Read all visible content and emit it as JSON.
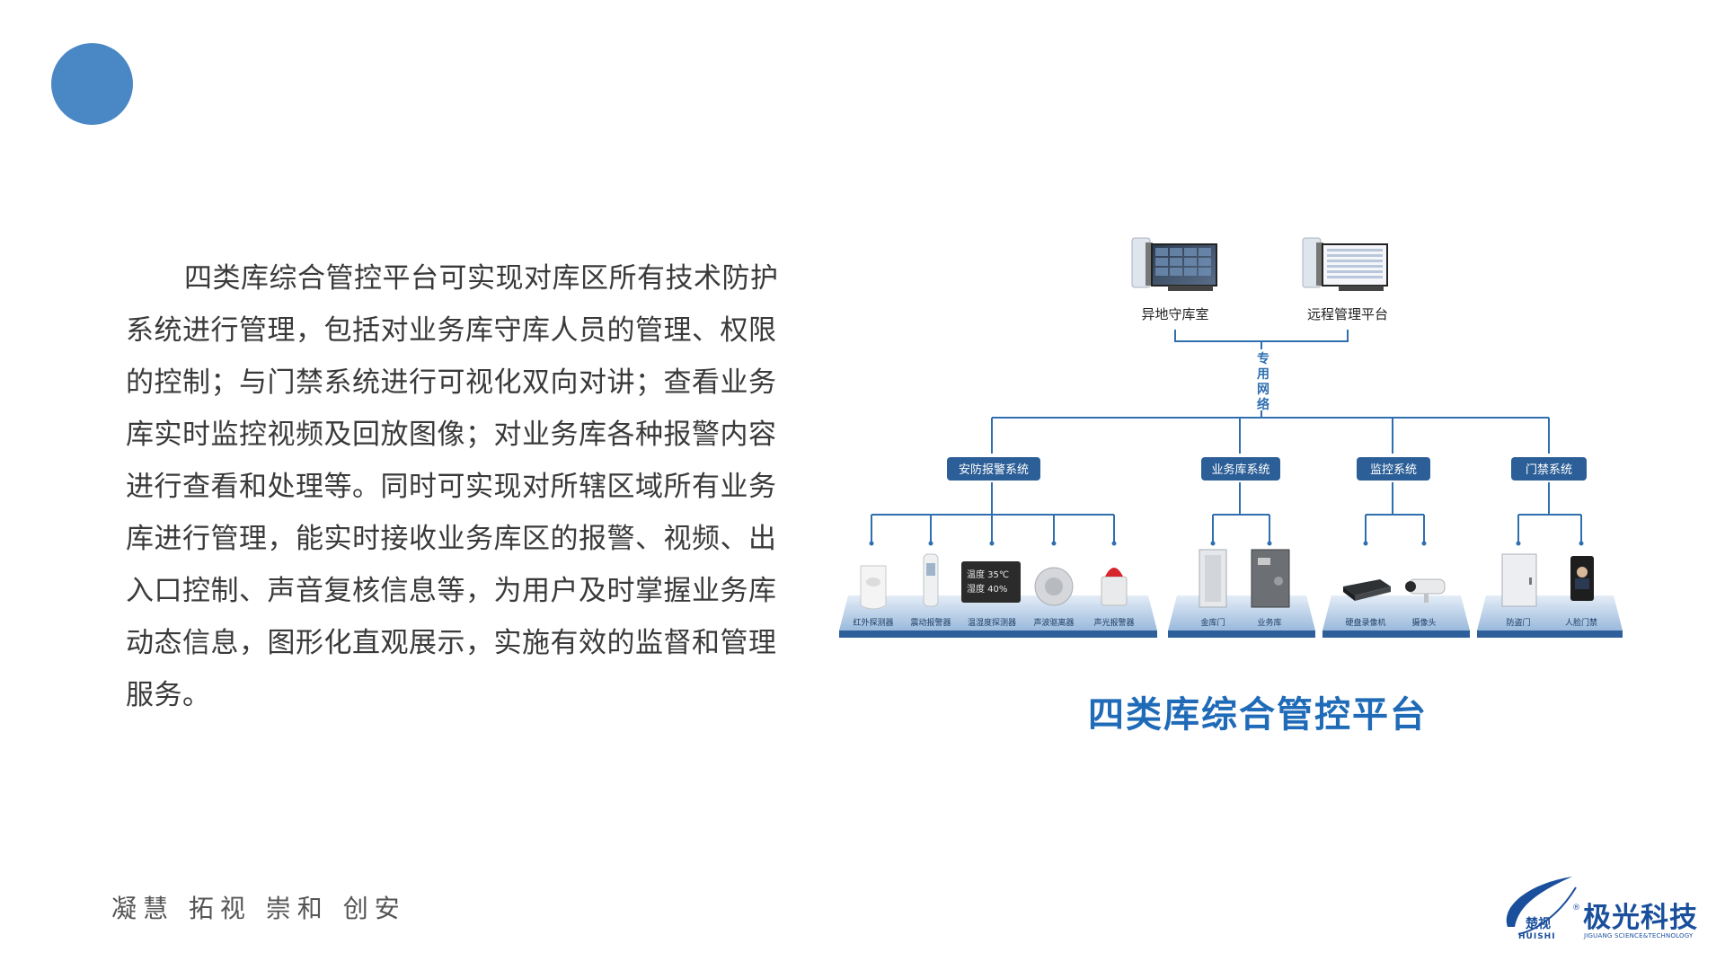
{
  "paragraph": "四类库综合管控平台可实现对库区所有技术防护系统进行管理，包括对业务库守库人员的管理、权限的控制；与门禁系统进行可视化双向对讲；查看业务库实时监控视频及回放图像；对业务库各种报警内容进行查看和处理等。同时可实现对所辖区域所有业务库进行管理，能实时接收业务库区的报警、视频、出入口控制、声音复核信息等，为用户及时掌握业务库动态信息，图形化直观展示，实施有效的监督和管理服务。",
  "diagram": {
    "top_nodes": [
      "异地守库室",
      "远程管理平台"
    ],
    "network_label": [
      "专",
      "用",
      "网",
      "络"
    ],
    "systems": [
      {
        "label": "安防报警系统",
        "devices": [
          "红外探测器",
          "震动报警器",
          "温湿度探测器",
          "声波驱离器",
          "声光报警器"
        ]
      },
      {
        "label": "业务库系统",
        "devices": [
          "金库门",
          "业务库"
        ]
      },
      {
        "label": "监控系统",
        "devices": [
          "硬盘录像机",
          "摄像头"
        ]
      },
      {
        "label": "门禁系统",
        "devices": [
          "防盗门",
          "人脸门禁"
        ]
      }
    ],
    "display_lines": [
      "温度  35℃",
      "湿度  40%"
    ]
  },
  "caption": "四类库综合管控平台",
  "slogan": "凝慧 拓视 崇和 创安",
  "logo": {
    "brand_cn": "楚视",
    "brand_en": "HUISHI",
    "reg_mark": "®",
    "company_cn": "极光科技",
    "company_en": "JIGUANG SCIENCE&TECHNOLOGY"
  },
  "colors": {
    "accent_dot": "#4a87c5",
    "line": "#2f6fb0",
    "badge": "#2c5f97",
    "caption": "#1f6bb8",
    "logo": "#1a4f9c"
  }
}
